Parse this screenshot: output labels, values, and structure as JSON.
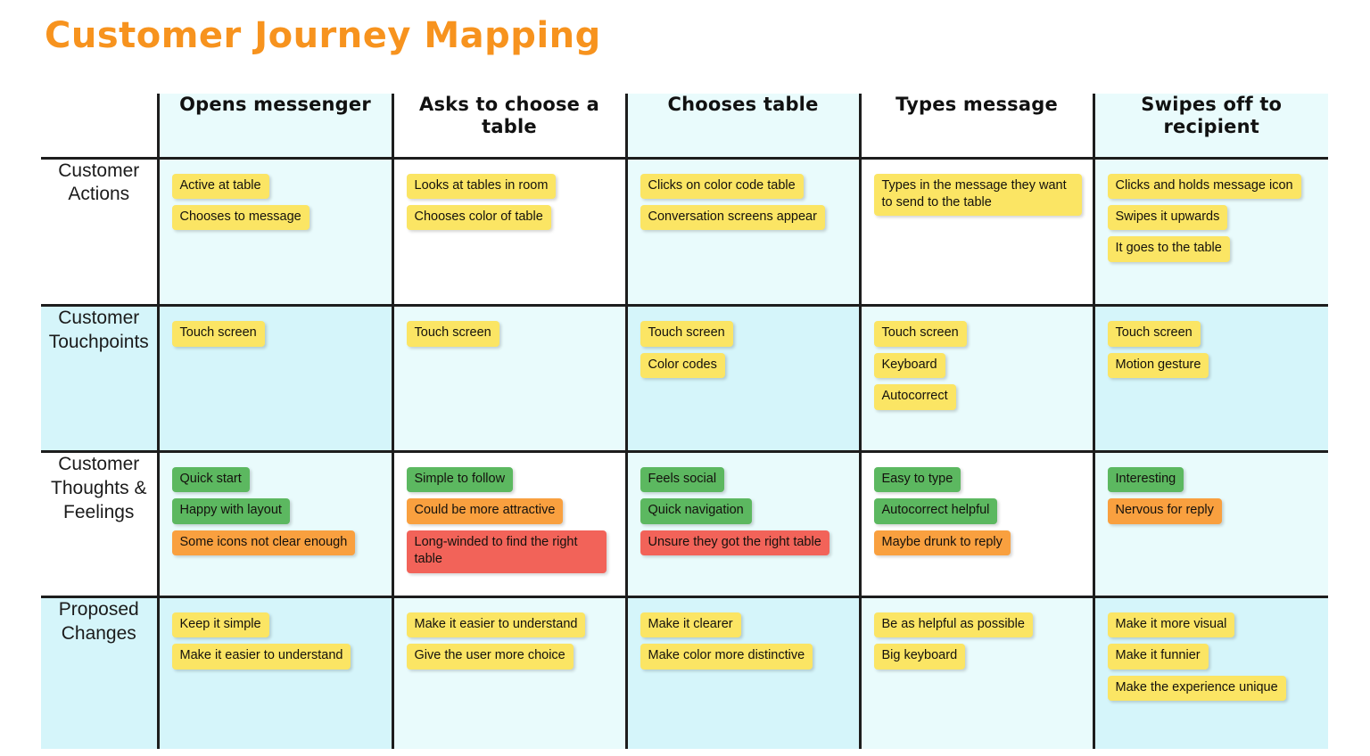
{
  "title": "Customer Journey Mapping",
  "colors": {
    "title": "#F7931E",
    "note_yellow": "#FBE564",
    "note_green": "#5CB860",
    "note_orange": "#F9A03F",
    "note_red": "#F26359",
    "cell_cyan": "#D5F5FA",
    "cell_cyan_light": "#E9FBFC",
    "grid_line": "#1D1D1D"
  },
  "columns": [
    {
      "label": "Opens messenger"
    },
    {
      "label": "Asks to choose a table"
    },
    {
      "label": "Chooses table"
    },
    {
      "label": "Types message"
    },
    {
      "label": "Swipes off to recipient"
    }
  ],
  "rows": [
    {
      "label": "Customer Actions",
      "cells": [
        {
          "notes": [
            {
              "text": "Active at table",
              "color": "yellow"
            },
            {
              "text": "Chooses to message",
              "color": "yellow"
            }
          ]
        },
        {
          "notes": [
            {
              "text": "Looks at tables in room",
              "color": "yellow"
            },
            {
              "text": "Chooses color of table",
              "color": "yellow"
            }
          ]
        },
        {
          "notes": [
            {
              "text": "Clicks on color code table",
              "color": "yellow"
            },
            {
              "text": "Conversation screens appear",
              "color": "yellow"
            }
          ]
        },
        {
          "notes": [
            {
              "text": "Types in the message they want to send to the table",
              "color": "yellow"
            }
          ]
        },
        {
          "notes": [
            {
              "text": "Clicks and holds message icon",
              "color": "yellow"
            },
            {
              "text": "Swipes it upwards",
              "color": "yellow"
            },
            {
              "text": "It goes to the table",
              "color": "yellow"
            }
          ]
        }
      ]
    },
    {
      "label": "Customer Touchpoints",
      "cells": [
        {
          "notes": [
            {
              "text": "Touch screen",
              "color": "yellow"
            }
          ]
        },
        {
          "notes": [
            {
              "text": "Touch screen",
              "color": "yellow"
            }
          ]
        },
        {
          "notes": [
            {
              "text": "Touch screen",
              "color": "yellow"
            },
            {
              "text": "Color codes",
              "color": "yellow"
            }
          ]
        },
        {
          "notes": [
            {
              "text": "Touch screen",
              "color": "yellow"
            },
            {
              "text": "Keyboard",
              "color": "yellow"
            },
            {
              "text": "Autocorrect",
              "color": "yellow"
            }
          ]
        },
        {
          "notes": [
            {
              "text": "Touch screen",
              "color": "yellow"
            },
            {
              "text": "Motion gesture",
              "color": "yellow"
            }
          ]
        }
      ]
    },
    {
      "label": "Customer Thoughts & Feelings",
      "cells": [
        {
          "notes": [
            {
              "text": "Quick start",
              "color": "green"
            },
            {
              "text": "Happy with layout",
              "color": "green"
            },
            {
              "text": "Some icons not clear enough",
              "color": "orange"
            }
          ]
        },
        {
          "notes": [
            {
              "text": "Simple to follow",
              "color": "green"
            },
            {
              "text": "Could be more attractive",
              "color": "orange"
            },
            {
              "text": "Long-winded to find the right table",
              "color": "red"
            }
          ]
        },
        {
          "notes": [
            {
              "text": "Feels social",
              "color": "green"
            },
            {
              "text": "Quick navigation",
              "color": "green"
            },
            {
              "text": "Unsure they got the right table",
              "color": "red"
            }
          ]
        },
        {
          "notes": [
            {
              "text": "Easy to type",
              "color": "green"
            },
            {
              "text": "Autocorrect helpful",
              "color": "green"
            },
            {
              "text": "Maybe drunk to reply",
              "color": "orange"
            }
          ]
        },
        {
          "notes": [
            {
              "text": "Interesting",
              "color": "green"
            },
            {
              "text": "Nervous for reply",
              "color": "orange"
            }
          ]
        }
      ]
    },
    {
      "label": "Proposed Changes",
      "cells": [
        {
          "notes": [
            {
              "text": "Keep it simple",
              "color": "yellow"
            },
            {
              "text": "Make it easier to understand",
              "color": "yellow"
            }
          ]
        },
        {
          "notes": [
            {
              "text": "Make it easier to understand",
              "color": "yellow"
            },
            {
              "text": "Give the user more choice",
              "color": "yellow"
            }
          ]
        },
        {
          "notes": [
            {
              "text": "Make it clearer",
              "color": "yellow"
            },
            {
              "text": "Make color more distinctive",
              "color": "yellow"
            }
          ]
        },
        {
          "notes": [
            {
              "text": "Be as helpful as possible",
              "color": "yellow"
            },
            {
              "text": "Big keyboard",
              "color": "yellow"
            }
          ]
        },
        {
          "notes": [
            {
              "text": "Make it more visual",
              "color": "yellow"
            },
            {
              "text": "Make it funnier",
              "color": "yellow"
            },
            {
              "text": "Make the experience unique",
              "color": "yellow"
            }
          ]
        }
      ]
    }
  ]
}
